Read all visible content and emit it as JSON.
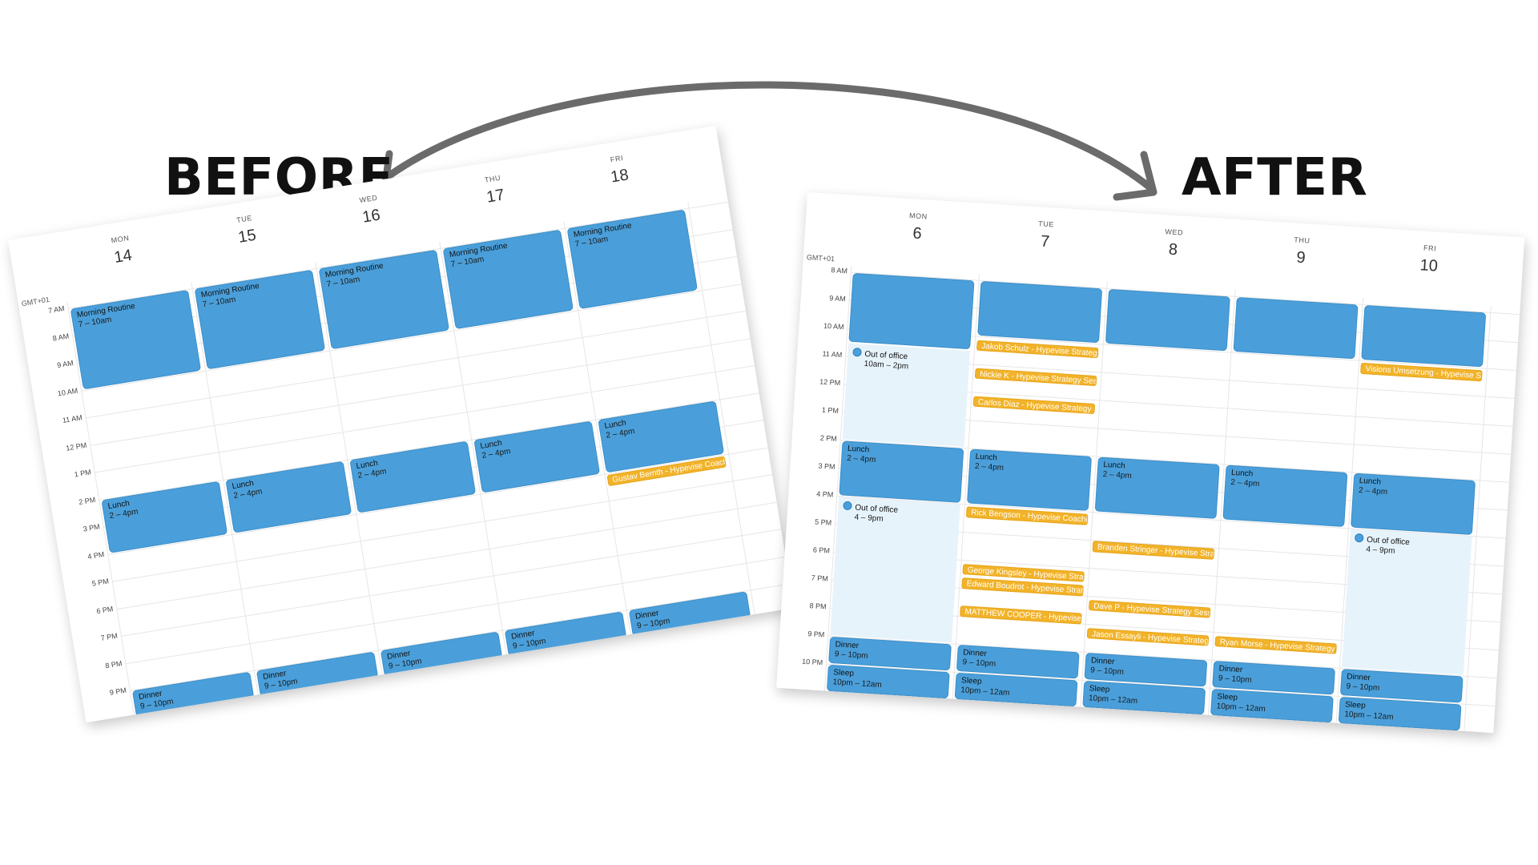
{
  "labels": {
    "before": "BEFORE",
    "after": "AFTER"
  },
  "colors": {
    "event_blue": "#4a9fda",
    "event_orange": "#f2b32a",
    "out_of_office_bg": "#e7f3fb",
    "arrow": "#6b6b6b"
  },
  "icons": {
    "out_of_office": "out-of-office-icon",
    "arrow": "double-curved-arrow"
  },
  "before": {
    "timezone": "GMT+01",
    "hours": [
      "7 AM",
      "8 AM",
      "9 AM",
      "10 AM",
      "11 AM",
      "12 PM",
      "1 PM",
      "2 PM",
      "3 PM",
      "4 PM",
      "5 PM",
      "6 PM",
      "7 PM",
      "8 PM",
      "9 PM"
    ],
    "days": [
      {
        "dow": "MON",
        "num": "14"
      },
      {
        "dow": "TUE",
        "num": "15"
      },
      {
        "dow": "WED",
        "num": "16"
      },
      {
        "dow": "THU",
        "num": "17"
      },
      {
        "dow": "FRI",
        "num": "18"
      }
    ],
    "events": [
      {
        "day": 0,
        "title": "Morning Routine",
        "time": "7 – 10am",
        "start": 7,
        "end": 10,
        "kind": "blue"
      },
      {
        "day": 1,
        "title": "Morning Routine",
        "time": "7 – 10am",
        "start": 7,
        "end": 10,
        "kind": "blue"
      },
      {
        "day": 2,
        "title": "Morning Routine",
        "time": "7 – 10am",
        "start": 7,
        "end": 10,
        "kind": "blue"
      },
      {
        "day": 3,
        "title": "Morning Routine",
        "time": "7 – 10am",
        "start": 7,
        "end": 10,
        "kind": "blue"
      },
      {
        "day": 4,
        "title": "Morning Routine",
        "time": "7 – 10am",
        "start": 7,
        "end": 10,
        "kind": "blue"
      },
      {
        "day": 0,
        "title": "Lunch",
        "time": "2 – 4pm",
        "start": 14,
        "end": 16,
        "kind": "blue"
      },
      {
        "day": 1,
        "title": "Lunch",
        "time": "2 – 4pm",
        "start": 14,
        "end": 16,
        "kind": "blue"
      },
      {
        "day": 2,
        "title": "Lunch",
        "time": "2 – 4pm",
        "start": 14,
        "end": 16,
        "kind": "blue"
      },
      {
        "day": 3,
        "title": "Lunch",
        "time": "2 – 4pm",
        "start": 14,
        "end": 16,
        "kind": "blue"
      },
      {
        "day": 4,
        "title": "Lunch",
        "time": "2 – 4pm",
        "start": 14,
        "end": 16,
        "kind": "blue"
      },
      {
        "day": 4,
        "title": "Gustav Bernth - Hypevise Coaching",
        "time": "",
        "start": 16.05,
        "end": 16.5,
        "kind": "orange"
      },
      {
        "day": 0,
        "title": "Dinner",
        "time": "9 – 10pm",
        "start": 21,
        "end": 22,
        "kind": "blue"
      },
      {
        "day": 1,
        "title": "Dinner",
        "time": "9 – 10pm",
        "start": 21,
        "end": 22,
        "kind": "blue"
      },
      {
        "day": 2,
        "title": "Dinner",
        "time": "9 – 10pm",
        "start": 21,
        "end": 22,
        "kind": "blue"
      },
      {
        "day": 3,
        "title": "Dinner",
        "time": "9 – 10pm",
        "start": 21,
        "end": 22,
        "kind": "blue"
      },
      {
        "day": 4,
        "title": "Dinner",
        "time": "9 – 10pm",
        "start": 21,
        "end": 22,
        "kind": "blue"
      }
    ]
  },
  "after": {
    "timezone": "GMT+01",
    "hours": [
      "8 AM",
      "9 AM",
      "10 AM",
      "11 AM",
      "12 PM",
      "1 PM",
      "2 PM",
      "3 PM",
      "4 PM",
      "5 PM",
      "6 PM",
      "7 PM",
      "8 PM",
      "9 PM",
      "10 PM"
    ],
    "days": [
      {
        "dow": "MON",
        "num": "6"
      },
      {
        "dow": "TUE",
        "num": "7"
      },
      {
        "dow": "WED",
        "num": "8"
      },
      {
        "dow": "THU",
        "num": "9"
      },
      {
        "dow": "FRI",
        "num": "10"
      }
    ],
    "events": [
      {
        "day": 0,
        "title": "",
        "time": "",
        "start": 8,
        "end": 10.5,
        "kind": "blue"
      },
      {
        "day": 1,
        "title": "",
        "time": "",
        "start": 8,
        "end": 10,
        "kind": "blue"
      },
      {
        "day": 2,
        "title": "",
        "time": "",
        "start": 8,
        "end": 10,
        "kind": "blue"
      },
      {
        "day": 3,
        "title": "",
        "time": "",
        "start": 8,
        "end": 10,
        "kind": "blue"
      },
      {
        "day": 4,
        "title": "",
        "time": "",
        "start": 8,
        "end": 10,
        "kind": "blue"
      },
      {
        "day": 0,
        "title": "Out of office",
        "time": "10am – 2pm",
        "start": 10.5,
        "end": 14,
        "kind": "ooo"
      },
      {
        "day": 1,
        "title": "Jakob Schulz - Hypevise Strategy",
        "time": "",
        "start": 10.1,
        "end": 10.55,
        "kind": "orange"
      },
      {
        "day": 1,
        "title": "Nickie K - Hypevise Strategy Session",
        "time": "",
        "start": 11.1,
        "end": 11.55,
        "kind": "orange"
      },
      {
        "day": 1,
        "title": "Carlos Diaz - Hypevise Strategy Session",
        "time": "",
        "start": 12.1,
        "end": 12.55,
        "kind": "orange"
      },
      {
        "day": 4,
        "title": "Visions Umsetzung - Hypevise Strategy",
        "time": "",
        "start": 10.05,
        "end": 10.5,
        "kind": "orange"
      },
      {
        "day": 0,
        "title": "Lunch",
        "time": "2 – 4pm",
        "start": 14,
        "end": 16,
        "kind": "blue"
      },
      {
        "day": 1,
        "title": "Lunch",
        "time": "2 – 4pm",
        "start": 14,
        "end": 16,
        "kind": "blue"
      },
      {
        "day": 2,
        "title": "Lunch",
        "time": "2 – 4pm",
        "start": 14,
        "end": 16,
        "kind": "blue"
      },
      {
        "day": 3,
        "title": "Lunch",
        "time": "2 – 4pm",
        "start": 14,
        "end": 16,
        "kind": "blue"
      },
      {
        "day": 4,
        "title": "Lunch",
        "time": "2 – 4pm",
        "start": 14,
        "end": 16,
        "kind": "blue"
      },
      {
        "day": 1,
        "title": "Rick Bengson - Hypevise Coaching",
        "time": "",
        "start": 16.05,
        "end": 16.5,
        "kind": "orange"
      },
      {
        "day": 2,
        "title": "Branden Stringer - Hypevise Strategy",
        "time": "",
        "start": 17,
        "end": 17.45,
        "kind": "orange"
      },
      {
        "day": 0,
        "title": "Out of office",
        "time": "4 – 9pm",
        "start": 16,
        "end": 21,
        "kind": "ooo"
      },
      {
        "day": 4,
        "title": "Out of office",
        "time": "4 – 9pm",
        "start": 16,
        "end": 21,
        "kind": "ooo"
      },
      {
        "day": 1,
        "title": "George Kingsley - Hypevise Strategy",
        "time": "",
        "start": 18.1,
        "end": 18.55,
        "kind": "orange"
      },
      {
        "day": 1,
        "title": "Edward Boudrot - Hypevise Strategy",
        "time": "",
        "start": 18.6,
        "end": 19.05,
        "kind": "orange"
      },
      {
        "day": 1,
        "title": "MATTHEW COOPER - Hypevise Strategy",
        "time": "",
        "start": 19.6,
        "end": 20.05,
        "kind": "orange"
      },
      {
        "day": 2,
        "title": "Dave P - Hypevise Strategy Session",
        "time": "",
        "start": 19.1,
        "end": 19.55,
        "kind": "orange"
      },
      {
        "day": 2,
        "title": "Jason Essayli - Hypevise Strategy",
        "time": "",
        "start": 20.1,
        "end": 20.55,
        "kind": "orange"
      },
      {
        "day": 3,
        "title": "Ryan Morse - Hypevise Strategy Session",
        "time": "",
        "start": 20.1,
        "end": 20.55,
        "kind": "orange"
      },
      {
        "day": 0,
        "title": "Dinner",
        "time": "9 – 10pm",
        "start": 21,
        "end": 22,
        "kind": "blue"
      },
      {
        "day": 1,
        "title": "Dinner",
        "time": "9 – 10pm",
        "start": 21,
        "end": 22,
        "kind": "blue"
      },
      {
        "day": 2,
        "title": "Dinner",
        "time": "9 – 10pm",
        "start": 21,
        "end": 22,
        "kind": "blue"
      },
      {
        "day": 3,
        "title": "Dinner",
        "time": "9 – 10pm",
        "start": 21,
        "end": 22,
        "kind": "blue"
      },
      {
        "day": 4,
        "title": "Dinner",
        "time": "9 – 10pm",
        "start": 21,
        "end": 22,
        "kind": "blue"
      },
      {
        "day": 0,
        "title": "Sleep",
        "time": "10pm – 12am",
        "start": 22,
        "end": 23,
        "kind": "blue"
      },
      {
        "day": 1,
        "title": "Sleep",
        "time": "10pm – 12am",
        "start": 22,
        "end": 23,
        "kind": "blue"
      },
      {
        "day": 2,
        "title": "Sleep",
        "time": "10pm – 12am",
        "start": 22,
        "end": 23,
        "kind": "blue"
      },
      {
        "day": 3,
        "title": "Sleep",
        "time": "10pm – 12am",
        "start": 22,
        "end": 23,
        "kind": "blue"
      },
      {
        "day": 4,
        "title": "Sleep",
        "time": "10pm – 12am",
        "start": 22,
        "end": 23,
        "kind": "blue"
      }
    ]
  }
}
